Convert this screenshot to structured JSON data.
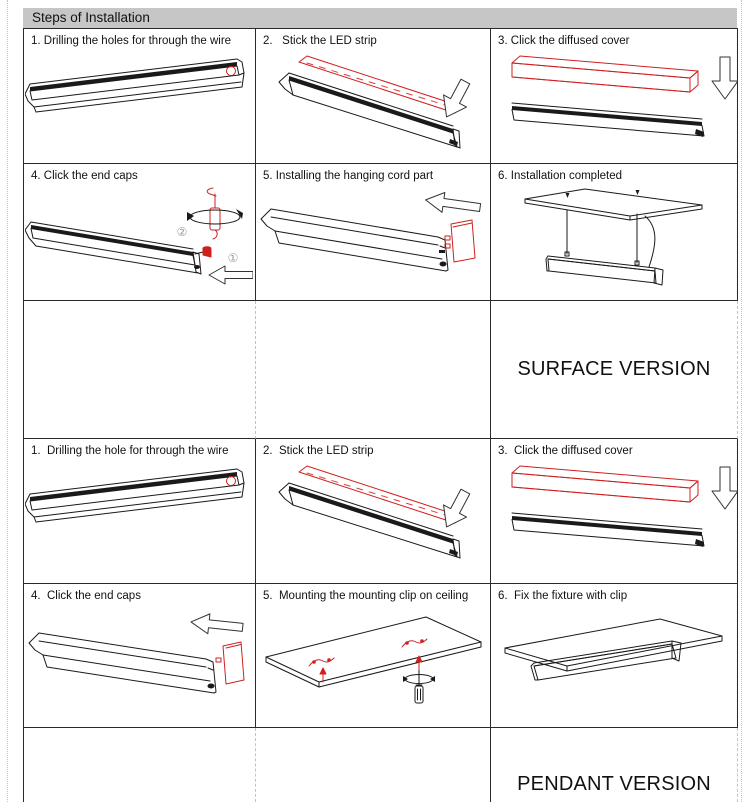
{
  "page": {
    "title": "Steps of Installation"
  },
  "surface_section": {
    "version_label": "SURFACE VERSION",
    "steps": [
      {
        "label": "1. Drilling the holes for through the wire",
        "icon": "profile-drill-hole"
      },
      {
        "label": "2.   Stick the LED strip",
        "icon": "led-strip"
      },
      {
        "label": "3. Click the diffused cover",
        "icon": "diffused-cover"
      },
      {
        "label": "4. Click the end caps",
        "icon": "end-caps-cord-grip"
      },
      {
        "label": "5. Installing the hanging cord part",
        "icon": "hanging-cord-part"
      },
      {
        "label": "6. Installation completed",
        "icon": "suspended-fixture"
      }
    ],
    "step4_markers": {
      "first": "①",
      "second": "②"
    }
  },
  "pendant_section": {
    "version_label": "PENDANT VERSION",
    "steps": [
      {
        "label": "1.  Drilling the hole for through the wire",
        "icon": "profile-drill-hole"
      },
      {
        "label": "2.  Stick the LED strip",
        "icon": "led-strip"
      },
      {
        "label": "3.  Click the diffused cover",
        "icon": "diffused-cover"
      },
      {
        "label": "4.  Click the end caps",
        "icon": "end-cap"
      },
      {
        "label": "5.  Mounting the mounting clip on ceiling",
        "icon": "mounting-clips-ceiling"
      },
      {
        "label": "6.  Fix the fixture with clip",
        "icon": "fixture-clipped"
      }
    ]
  },
  "colors": {
    "accent_red": "#cf2020",
    "header_bg": "#c6c6c6",
    "line": "#1a1a1a"
  }
}
